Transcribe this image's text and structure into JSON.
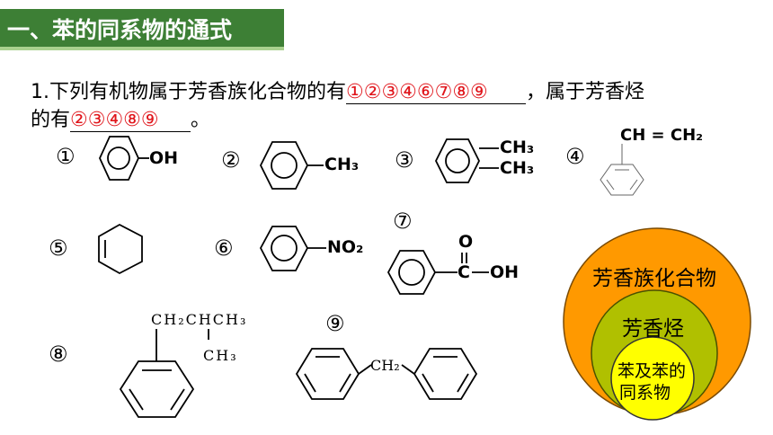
{
  "section_title": "一、苯的同系物的通式",
  "question": {
    "line1_prefix": "1.下列有机物属于芳香族化合物的有",
    "answer_aromatic": "①②③④⑥⑦⑧⑨",
    "line1_suffix": "，属于芳香烃",
    "line2_prefix": "的有",
    "answer_hydrocarbon": "②③④⑧⑨",
    "line2_suffix": "。"
  },
  "compounds": [
    {
      "num": "①",
      "labels": [
        "OH"
      ]
    },
    {
      "num": "②",
      "labels": [
        "CH₃"
      ]
    },
    {
      "num": "③",
      "labels": [
        "CH₃",
        "CH₃"
      ]
    },
    {
      "num": "④",
      "labels": [
        "CH = CH₂"
      ]
    },
    {
      "num": "⑤",
      "labels": []
    },
    {
      "num": "⑥",
      "labels": [
        "NO₂"
      ]
    },
    {
      "num": "⑦",
      "labels": [
        "O",
        "C",
        "OH"
      ]
    },
    {
      "num": "⑧",
      "labels": [
        "CH₂CHCH₃",
        "CH₃"
      ]
    },
    {
      "num": "⑨",
      "labels": [
        "CH₂"
      ]
    }
  ],
  "venn": {
    "outer": "芳香族化合物",
    "middle": "芳香烃",
    "inner_line1": "苯及苯的",
    "inner_line2": "同系物",
    "colors": {
      "outer": "#ff9900",
      "middle": "#b0c000",
      "inner": "#ffff00"
    }
  }
}
